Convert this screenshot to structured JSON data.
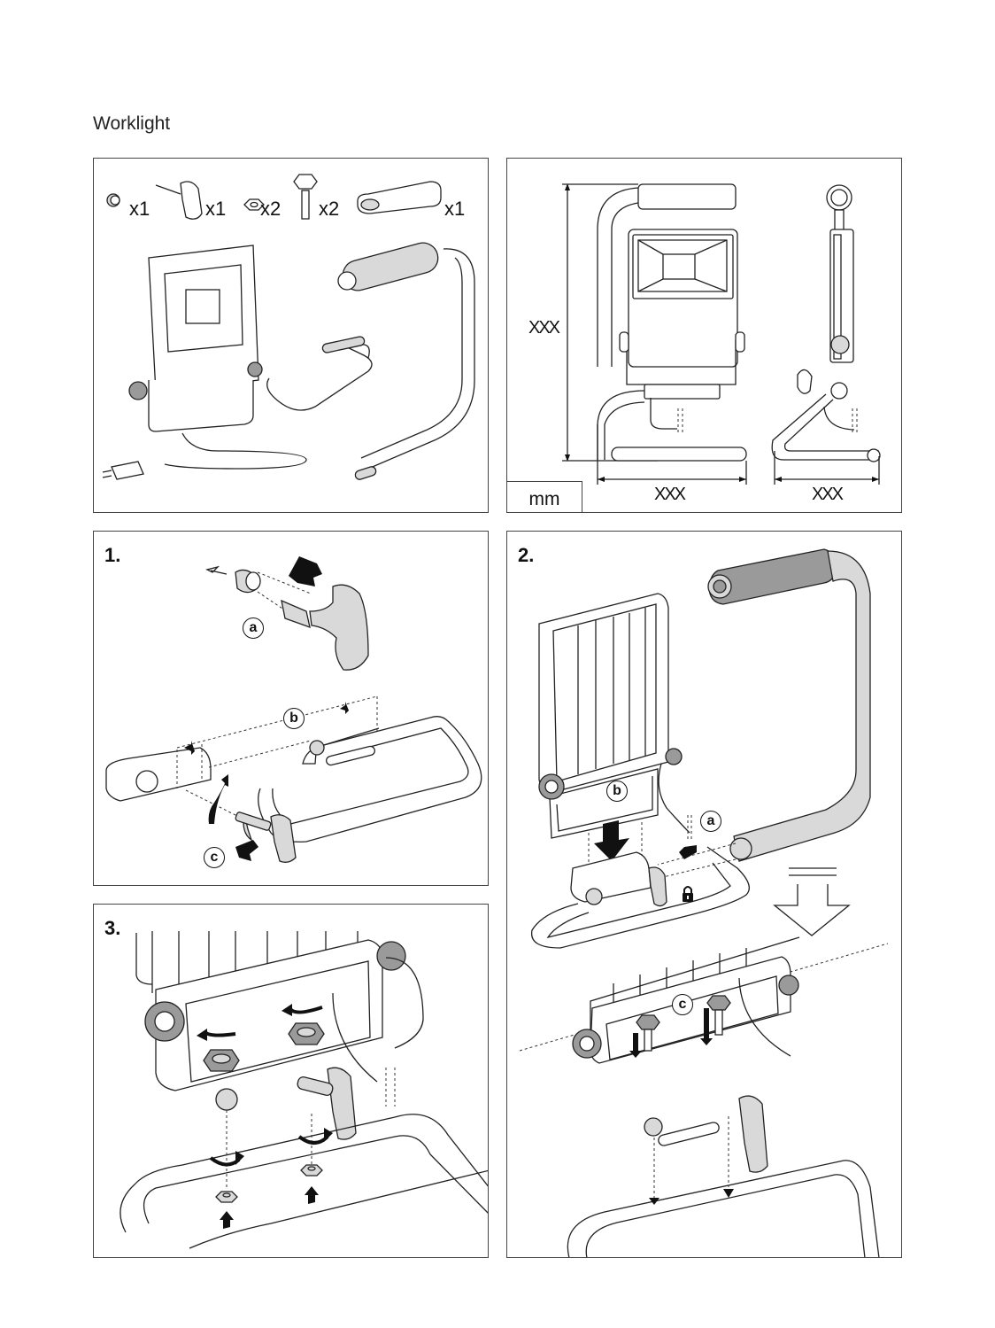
{
  "document": {
    "title": "Worklight"
  },
  "parts_panel": {
    "parts": [
      {
        "name": "sleeve",
        "quantity": "x1"
      },
      {
        "name": "t-handle-screw",
        "quantity": "x1"
      },
      {
        "name": "hex-nut",
        "quantity": "x2"
      },
      {
        "name": "star-knob-bolt",
        "quantity": "x2"
      },
      {
        "name": "mounting-bracket",
        "quantity": "x1"
      }
    ]
  },
  "dimensions_panel": {
    "height_label": "XXX",
    "width_label": "XXX",
    "depth_label": "XXX",
    "unit_label": "mm"
  },
  "steps": [
    {
      "number": "1.",
      "callouts": [
        "a",
        "b",
        "c"
      ]
    },
    {
      "number": "2.",
      "callouts": [
        "a",
        "b",
        "c"
      ],
      "lock_icon": "padlock-icon"
    },
    {
      "number": "3.",
      "callouts": []
    }
  ]
}
